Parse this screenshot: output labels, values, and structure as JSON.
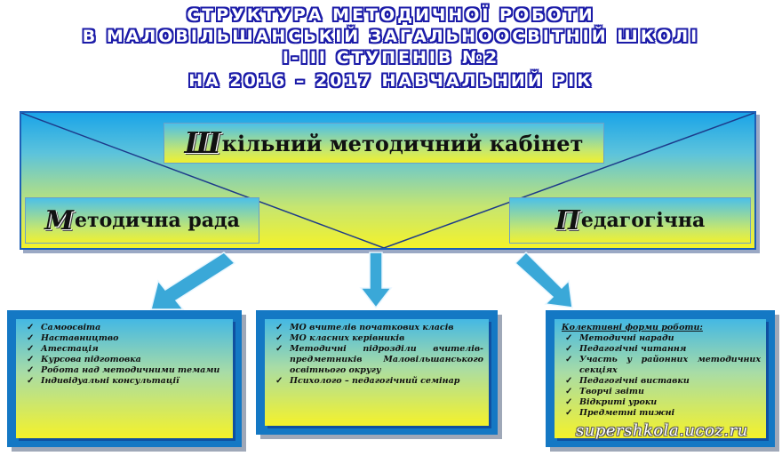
{
  "title": {
    "line1": "Структура методичної роботи",
    "line2": "в Маловільшанській загальноосвітній школі",
    "line3": "І-ІІІ ступенів №2",
    "line4": "на 2016 – 2017 навчальний рік"
  },
  "boxes": {
    "cabinet": {
      "initial": "Ш",
      "rest": "кільний методичний кабінет"
    },
    "rada": {
      "initial": "М",
      "rest": "етодична рада"
    },
    "ped": {
      "initial": "П",
      "rest": "едагогічна"
    }
  },
  "cards": {
    "left": {
      "items": [
        "Самоосвіта",
        "Наставництво",
        "Атестація",
        "Курсова підготовка",
        "Робота над методичними темами",
        "Індивідуальні консультації"
      ]
    },
    "middle": {
      "items": [
        "МО вчителів початкових класів",
        "МО класних керівників",
        "Методичні підрозділи вчителів-предметників Маловільшанського освітнього округу",
        "Психолого – педагогічний семінар"
      ]
    },
    "right": {
      "heading": "Колективні форми роботи:",
      "items": [
        "Методичні наради",
        "Педагогічні читання",
        "Участь у районних методичних секціях",
        "Педагогічні виставки",
        "Творчі звіти",
        "Відкриті уроки",
        "Предметні тижні"
      ]
    }
  },
  "watermark": "supershkola.ucoz.ru",
  "colors": {
    "title_outline": "#1b1ba8",
    "card_frame": "#1478c4",
    "arrow": "#3aa8d8"
  }
}
